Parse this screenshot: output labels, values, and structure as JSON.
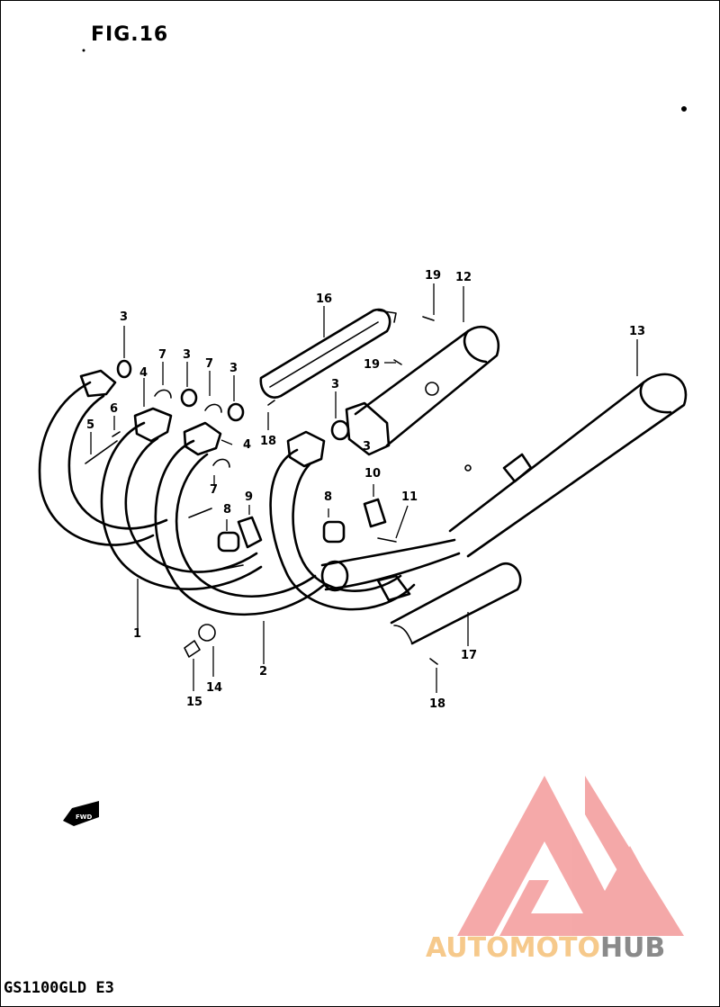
{
  "figure": {
    "title": "FIG.16",
    "model_code": "GS1100GLD E3",
    "forward_label": "FWD"
  },
  "callouts": [
    "1",
    "2",
    "3",
    "3",
    "3",
    "3",
    "3",
    "4",
    "4",
    "5",
    "6",
    "7",
    "7",
    "7",
    "8",
    "8",
    "9",
    "10",
    "11",
    "12",
    "13",
    "14",
    "15",
    "16",
    "17",
    "18",
    "18",
    "19",
    "19"
  ],
  "watermark": {
    "auto": "AUTO",
    "moto": "MOTO",
    "hub": "HUB",
    "colors": {
      "triangle": "#f39a9a",
      "auto_moto": "#f6c98b",
      "hub": "#8a8a8a"
    }
  }
}
